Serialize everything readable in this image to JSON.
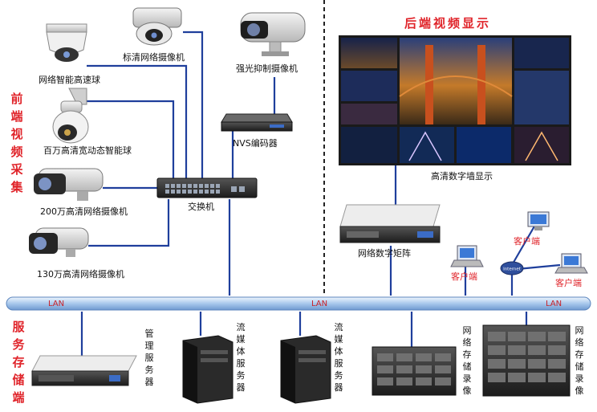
{
  "sections": {
    "front_end": "前端视频采集",
    "back_end": "后端视频显示",
    "storage": "服务存储端"
  },
  "devices": {
    "speed_dome": "网络智能高速球",
    "sd_camera": "标清网络摄像机",
    "strong_light_camera": "强光抑制摄像机",
    "hd_wdr_dome": "百万高清宽动态智能球",
    "cam_2mp": "200万高清网络摄像机",
    "cam_1_3mp": "130万高清网络摄像机",
    "switch": "交换机",
    "nvs_encoder": "NVS编码器",
    "video_wall": "高清数字墙显示",
    "matrix": "网络数字矩阵",
    "client_1": "客户端",
    "client_2": "客户端",
    "client_3": "客户端",
    "internet": "Internet",
    "mgmt_server": "管理服务器",
    "stream_server_1": "流媒体服务器",
    "stream_server_2": "流媒体服务器",
    "nvr_1": "网络存储录像",
    "nvr_2": "网络存储录像"
  },
  "lan_labels": [
    "LAN",
    "LAN",
    "LAN"
  ],
  "colors": {
    "accent_red": "#e0242a",
    "link_blue": "#1f3f9c",
    "divider": "#222222",
    "bus_blue": "#a8c8ec"
  }
}
